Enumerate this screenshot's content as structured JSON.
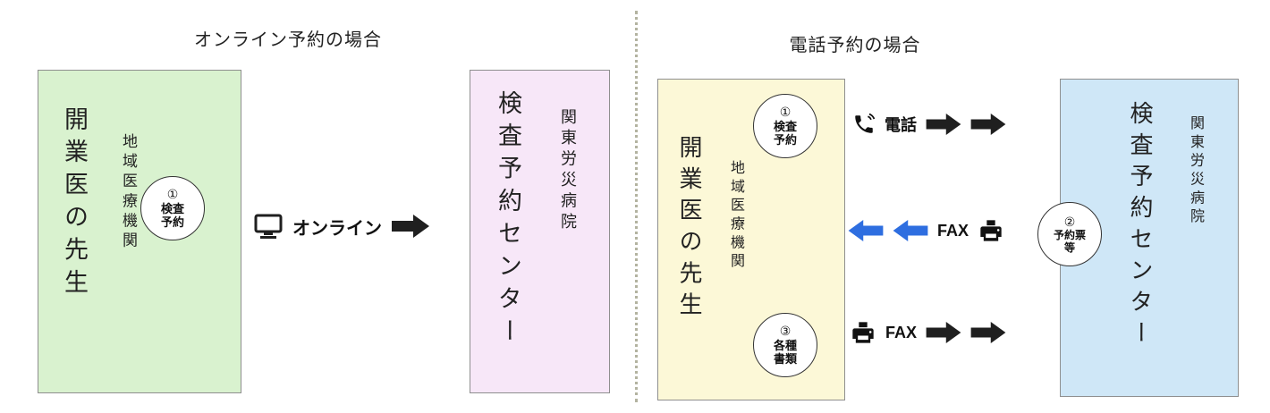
{
  "online": {
    "title": "オンライン予約の場合",
    "sender": {
      "main": "開業医の先生",
      "sub": "地域医療機関",
      "badge": {
        "num": "①",
        "line1": "検査",
        "line2": "予約"
      }
    },
    "channel": {
      "label": "オンライン",
      "icon": "computer-icon"
    },
    "receiver": {
      "main": "検査予約センター",
      "sub": "関東労災病院"
    }
  },
  "phone": {
    "title": "電話予約の場合",
    "sender": {
      "main": "開業医の先生",
      "sub": "地域医療機関",
      "badge_top": {
        "num": "①",
        "line1": "検査",
        "line2": "予約"
      },
      "badge_bottom": {
        "num": "③",
        "line1": "各種",
        "line2": "書類"
      }
    },
    "channels": {
      "tel": {
        "label": "電話",
        "icon": "phone-icon",
        "direction": "right",
        "arrow_count": 2
      },
      "fax_back": {
        "label": "FAX",
        "icon": "fax-icon",
        "direction": "left",
        "arrow_count": 2
      },
      "fax_fwd": {
        "label": "FAX",
        "icon": "fax-icon",
        "direction": "right",
        "arrow_count": 2
      }
    },
    "receiver": {
      "main": "検査予約センター",
      "sub": "関東労災病院",
      "badge": {
        "num": "②",
        "line1": "予約票",
        "line2": "等"
      }
    }
  },
  "icons": {
    "computer": "computer-icon",
    "phone": "phone-icon",
    "fax": "fax-icon",
    "arrow_right": "arrow-right-icon",
    "arrow_left": "arrow-left-icon"
  },
  "colors": {
    "sender_online_bg": "#d9f2cf",
    "receiver_online_bg": "#f7e7f8",
    "sender_phone_bg": "#fcf8d7",
    "receiver_phone_bg": "#cfe7f7",
    "arrow_black": "#1f1f1f",
    "arrow_blue": "#2e6ee0",
    "box_border": "#8f8f8f"
  }
}
